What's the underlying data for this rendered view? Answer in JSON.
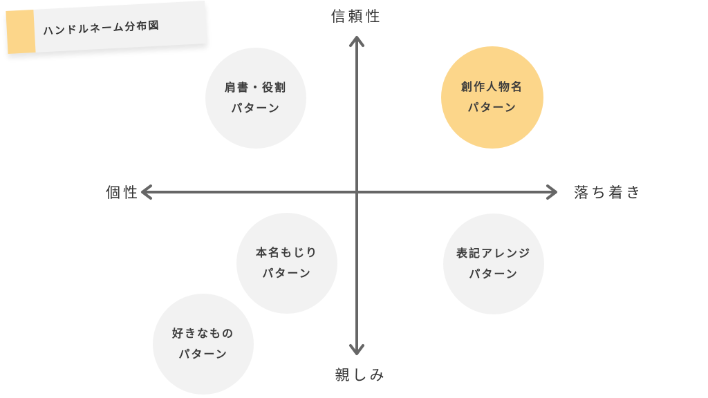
{
  "title": "ハンドルネーム分布図",
  "axes": {
    "top": "信頼性",
    "bottom": "親しみ",
    "left": "個性",
    "right": "落ち着き"
  },
  "colors": {
    "axis": "#666666",
    "circle": "#f2f2f2",
    "highlight": "#fcd68a"
  },
  "patterns": [
    {
      "line1": "肩書・役割",
      "line2": "パターン"
    },
    {
      "line1": "創作人物名",
      "line2": "パターン"
    },
    {
      "line1": "本名もじり",
      "line2": "パターン"
    },
    {
      "line1": "表記アレンジ",
      "line2": "パターン"
    },
    {
      "line1": "好きなもの",
      "line2": "パターン"
    }
  ]
}
